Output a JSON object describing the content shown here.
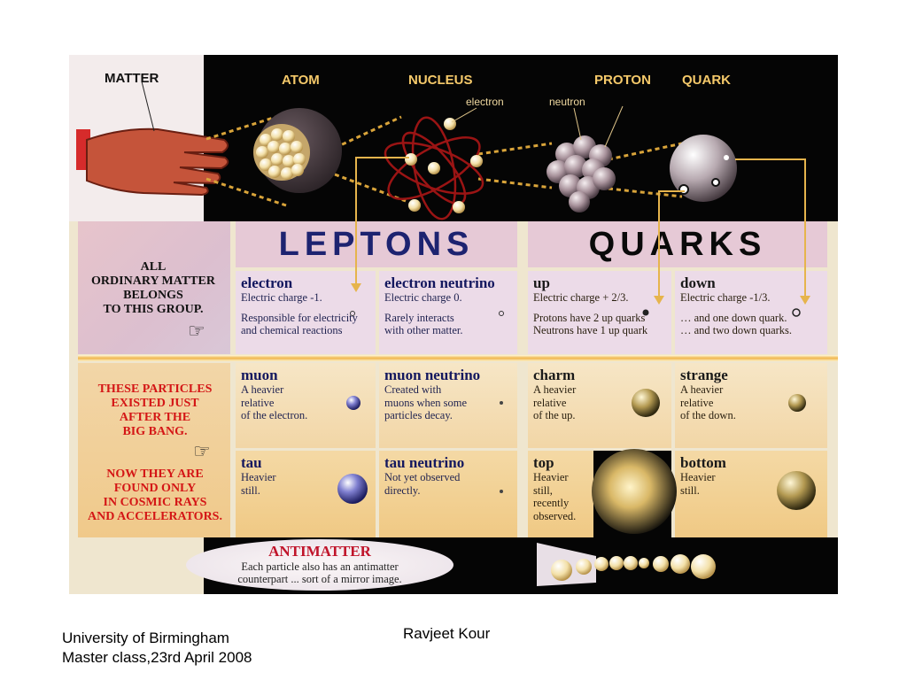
{
  "header": {
    "matter": "MATTER",
    "atom": "ATOM",
    "nucleus": "NUCLEUS",
    "proton": "PROTON",
    "quark": "QUARK",
    "electron_label": "electron",
    "neutron_label": "neutron"
  },
  "groups": {
    "leptons": "LEPTONS",
    "quarks": "QUARKS"
  },
  "left_panel": {
    "top_lines": [
      "ALL",
      "ORDINARY MATTER",
      "BELONGS",
      "TO THIS GROUP."
    ],
    "mid_lines": [
      "THESE PARTICLES",
      "EXISTED JUST",
      "AFTER THE",
      "BIG BANG."
    ],
    "low_lines": [
      "NOW THEY ARE",
      "FOUND ONLY",
      "IN COSMIC RAYS",
      "AND ACCELERATORS."
    ]
  },
  "particles": {
    "electron": {
      "name": "electron",
      "charge": "Electric charge -1.",
      "desc1": "Responsible for electricity",
      "desc2": "and chemical reactions"
    },
    "electron_neutrino": {
      "name": "electron neutrino",
      "charge": "Electric charge 0.",
      "desc1": "Rarely interacts",
      "desc2": "with other matter."
    },
    "up": {
      "name": "up",
      "charge": "Electric charge + 2/3.",
      "desc1": "Protons have 2 up quarks",
      "desc2": "Neutrons have 1 up quark"
    },
    "down": {
      "name": "down",
      "charge": "Electric charge  -1/3.",
      "desc1": "… and one down quark.",
      "desc2": "… and two down quarks."
    },
    "muon": {
      "name": "muon",
      "l1": "A heavier",
      "l2": "relative",
      "l3": "of the electron."
    },
    "muon_neutrino": {
      "name": "muon neutrino",
      "l1": "Created with",
      "l2": "muons when some",
      "l3": "particles decay."
    },
    "charm": {
      "name": "charm",
      "l1": "A heavier",
      "l2": "relative",
      "l3": "of the up."
    },
    "strange": {
      "name": "strange",
      "l1": "A heavier",
      "l2": "relative",
      "l3": "of the down."
    },
    "tau": {
      "name": "tau",
      "l1": "Heavier",
      "l2": "still."
    },
    "tau_neutrino": {
      "name": "tau neutrino",
      "l1": "Not yet observed",
      "l2": "directly."
    },
    "top": {
      "name": "top",
      "l1": "Heavier",
      "l2": "still,",
      "l3": "recently",
      "l4": "observed."
    },
    "bottom": {
      "name": "bottom",
      "l1": "Heavier",
      "l2": "still."
    }
  },
  "antimatter": {
    "title": "ANTIMATTER",
    "line1": "Each particle also has an antimatter",
    "line2": "counterpart ... sort of a mirror image."
  },
  "footer": {
    "institution": "University of Birmingham",
    "event": "Master class,23rd April 2008",
    "author": "Ravjeet Kour"
  },
  "colors": {
    "leptons_text": "#1d2370",
    "quarks_text": "#0a0a0a",
    "warning_text": "#d41616",
    "antimatter_title": "#c0142a",
    "background_dark": "#050505"
  },
  "icons": [
    "hand-icon",
    "atom-icon",
    "nucleus-icon",
    "proton-icon",
    "quark-icon",
    "pointing-hand-icon",
    "particle-sphere-icon"
  ]
}
